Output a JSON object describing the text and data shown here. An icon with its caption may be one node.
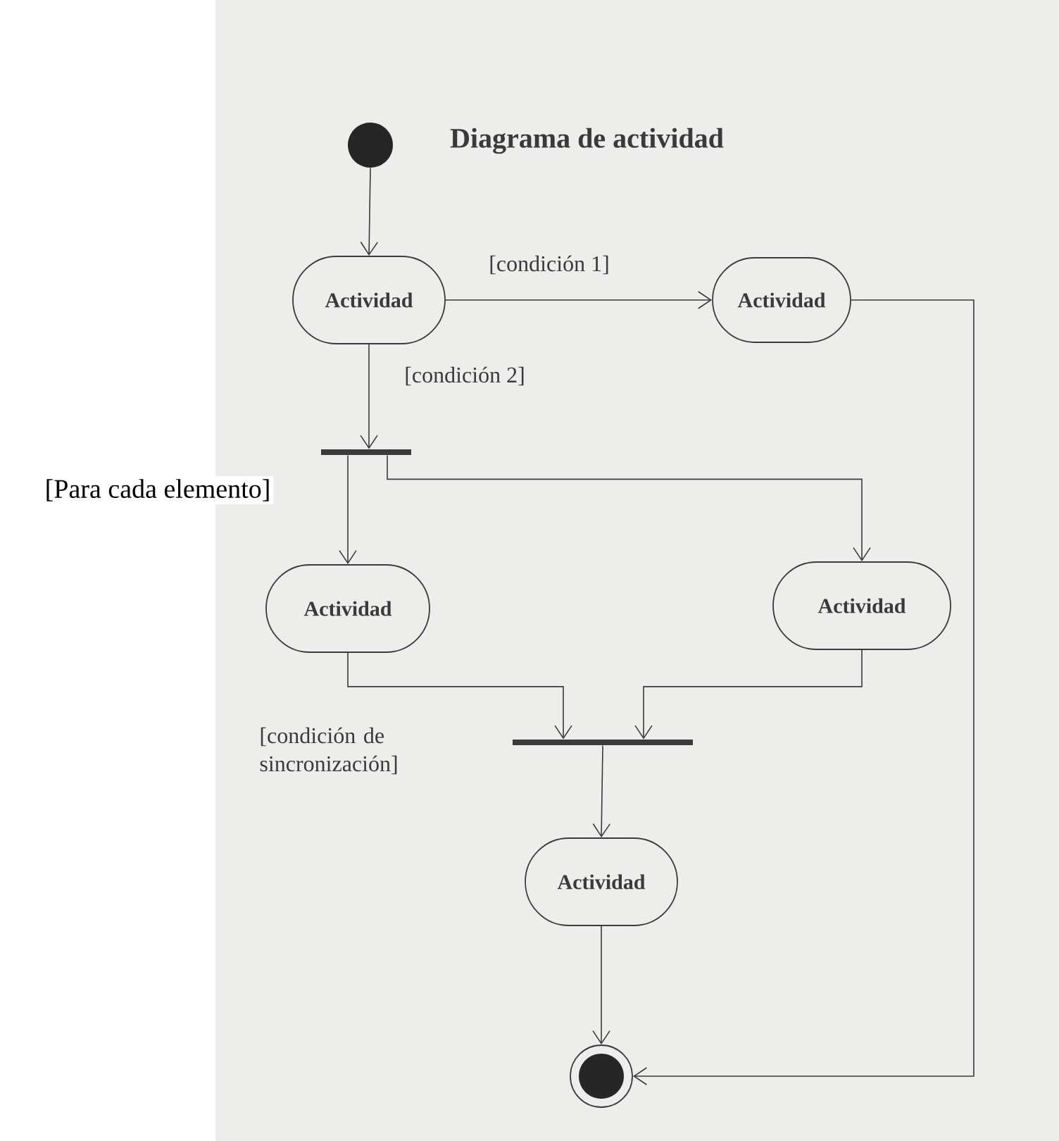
{
  "diagram": {
    "title": "Diagrama de actividad",
    "nodes": [
      {
        "text": [],
        "shape": "circle"
      },
      {
        "text": [
          "Actividad"
        ]
      },
      {
        "text": [
          "Actividad"
        ]
      },
      {
        "text": [],
        "shape": "bar"
      },
      {
        "text": [
          "Actividad"
        ]
      },
      {
        "text": [
          "Actividad"
        ]
      },
      {
        "text": [],
        "shape": "bar"
      },
      {
        "text": [
          "Actividad"
        ]
      },
      {
        "text": [],
        "shape": "bullseye"
      }
    ],
    "edges": [
      {
        "from": 0,
        "to": 1,
        "arrow": "to"
      },
      {
        "from": 1,
        "to": 2,
        "arrow": "to",
        "label": "[condición 1]"
      },
      {
        "from": 1,
        "to": 3,
        "arrow": "to",
        "label": "[condición 2]"
      },
      {
        "from": 3,
        "to": 4,
        "arrow": "to"
      },
      {
        "from": 3,
        "to": 5,
        "arrow": "to"
      },
      {
        "from": 4,
        "to": 6,
        "arrow": "to"
      },
      {
        "from": 5,
        "to": 6,
        "arrow": "to"
      },
      {
        "from": 6,
        "to": 7,
        "arrow": "to"
      },
      {
        "from": 7,
        "to": 8,
        "arrow": "to"
      },
      {
        "from": 2,
        "to": 8,
        "arrow": "to"
      }
    ],
    "labels": [
      "[Para cada elemento]",
      "[condición de sincronización]"
    ]
  }
}
